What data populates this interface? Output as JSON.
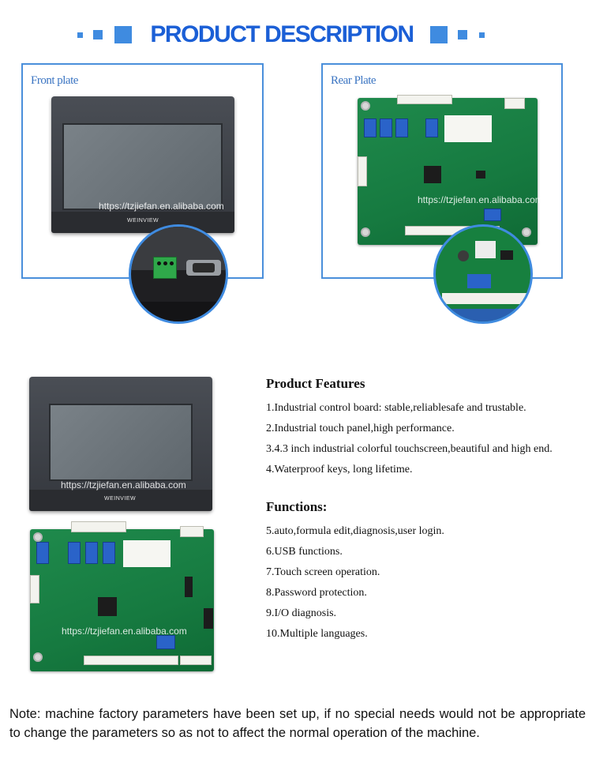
{
  "header": {
    "title": "PRODUCT DESCRIPTION",
    "accent_color": "#3f8be0",
    "title_color": "#1b5fd6"
  },
  "front_panel": {
    "label": "Front plate",
    "watermark": "https://tzjiefan.en.alibaba.com",
    "brand": "WEINVIEW"
  },
  "rear_panel": {
    "label": "Rear Plate",
    "watermark": "https://tzjiefan.en.alibaba.com"
  },
  "assembly": {
    "watermark_top": "https://tzjiefan.en.alibaba.com",
    "watermark_bottom": "https://tzjiefan.en.alibaba.com",
    "brand": "WEINVIEW"
  },
  "features": {
    "heading": "Product Features",
    "items": [
      "1.Industrial control board: stable,reliablesafe and trustable.",
      "2.Industrial touch panel,high performance.",
      "3.4.3 inch industrial colorful touchscreen,beautiful and high end.",
      "4.Waterproof keys, long lifetime."
    ]
  },
  "functions": {
    "heading": "Functions:",
    "items": [
      "5.auto,formula edit,diagnosis,user login.",
      "6.USB functions.",
      "7.Touch screen operation.",
      "8.Password protection.",
      "9.I/O diagnosis.",
      "10.Multiple languages."
    ]
  },
  "note": "Note: machine factory parameters have been set up, if no special needs would not be appropriate to change the parameters so as not to affect the normal operation of the machine."
}
